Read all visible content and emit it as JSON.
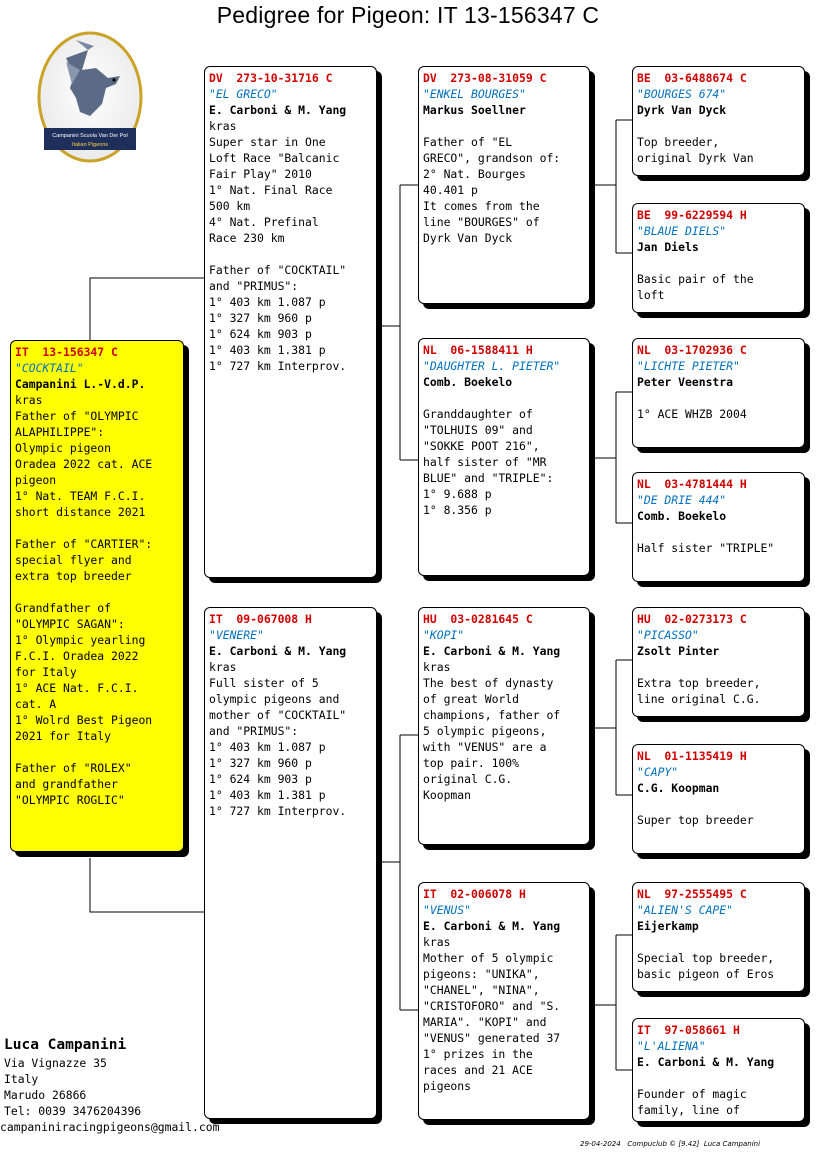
{
  "title": "Pedigree for Pigeon: IT  13-156347 C",
  "logo": {
    "icon": "pigeon-icon",
    "caption_line1": "Campanini Scuola Van Der Pol",
    "caption_line2": "Italian Pigeons"
  },
  "pigeons": {
    "main": {
      "ring": "IT  13-156347 C",
      "name": "\"COCKTAIL\"",
      "owner": "Campanini L.-V.d.P.",
      "desc": "kras\nFather of \"OLYMPIC\nALAPHILIPPE\":\nOlympic pigeon\nOradea 2022 cat. ACE\npigeon\n1° Nat. TEAM F.C.I.\nshort distance 2021\n\nFather of \"CARTIER\":\nspecial flyer and\nextra top breeder\n\nGrandfather of\n\"OLYMPIC SAGAN\":\n1° Olympic yearling\nF.C.I. Oradea 2022\nfor Italy\n1° ACE Nat. F.C.I.\ncat. A\n1° Wolrd Best Pigeon\n2021 for Italy\n\nFather of \"ROLEX\"\nand grandfather\n\"OLYMPIC ROGLIC\""
    },
    "sire": {
      "ring": "DV  273-10-31716 C",
      "name": "\"EL GRECO\"",
      "owner": "E. Carboni & M. Yang",
      "desc": "kras\nSuper star in One\nLoft Race \"Balcanic\nFair Play\" 2010\n1° Nat. Final Race\n500 km\n4° Nat. Prefinal\nRace 230 km\n\nFather of \"COCKTAIL\"\nand \"PRIMUS\":\n1° 403 km 1.087 p\n1° 327 km 960 p\n1° 624 km 903 p\n1° 403 km 1.381 p\n1° 727 km Interprov."
    },
    "dam": {
      "ring": "IT  09-067008 H",
      "name": "\"VENERE\"",
      "owner": "E. Carboni & M. Yang",
      "desc": "kras\nFull sister of 5\nolympic pigeons and\nmother of \"COCKTAIL\"\nand \"PRIMUS\":\n1° 403 km 1.087 p\n1° 327 km 960 p\n1° 624 km 903 p\n1° 403 km 1.381 p\n1° 727 km Interprov."
    },
    "ss": {
      "ring": "DV  273-08-31059 C",
      "name": "\"ENKEL BOURGES\"",
      "owner": "Markus Soellner",
      "desc": "\nFather of \"EL\nGRECO\", grandson of:\n2° Nat. Bourges\n40.401 p\nIt comes from the\nline \"BOURGES\" of\nDyrk Van Dyck"
    },
    "sd": {
      "ring": "NL  06-1588411 H",
      "name": "\"DAUGHTER L. PIETER\"",
      "owner": "Comb. Boekelo",
      "desc": "\nGranddaughter of\n\"TOLHUIS 09\" and\n\"SOKKE POOT 216\",\nhalf sister of \"MR\nBLUE\" and \"TRIPLE\":\n1° 9.688 p\n1° 8.356 p"
    },
    "ds": {
      "ring": "HU  03-0281645 C",
      "name": "\"KOPI\"",
      "owner": "E. Carboni & M. Yang",
      "desc": "kras\nThe best of dynasty\nof great World\nchampions, father of\n5 olympic pigeons,\nwith \"VENUS\" are a\ntop pair. 100%\noriginal C.G.\nKoopman"
    },
    "dd": {
      "ring": "IT  02-006078 H",
      "name": "\"VENUS\"",
      "owner": "E. Carboni & M. Yang",
      "desc": "kras\nMother of 5 olympic\npigeons: \"UNIKA\",\n\"CHANEL\", \"NINA\",\n\"CRISTOFORO\" and \"S.\nMARIA\". \"KOPI\" and\n\"VENUS\" generated 37\n1° prizes in the\nraces and 21 ACE\npigeons"
    },
    "sss": {
      "ring": "BE  03-6488674 C",
      "name": "\"BOURGES 674\"",
      "owner": "Dyrk Van Dyck",
      "desc": "\nTop breeder,\noriginal Dyrk Van"
    },
    "ssd": {
      "ring": "BE  99-6229594 H",
      "name": "\"BLAUE DIELS\"",
      "owner": "Jan Diels",
      "desc": "\nBasic pair of the\nloft"
    },
    "sds": {
      "ring": "NL  03-1702936 C",
      "name": "\"LICHTE PIETER\"",
      "owner": "Peter Veenstra",
      "desc": "\n1° ACE WHZB 2004"
    },
    "sdd": {
      "ring": "NL  03-4781444 H",
      "name": "\"DE DRIE 444\"",
      "owner": "Comb. Boekelo",
      "desc": "\nHalf sister \"TRIPLE\""
    },
    "dss": {
      "ring": "HU  02-0273173 C",
      "name": "\"PICASSO\"",
      "owner": "Zsolt Pinter",
      "desc": "\nExtra top breeder,\nline original C.G."
    },
    "dsd": {
      "ring": "NL  01-1135419 H",
      "name": "\"CAPY\"",
      "owner": "C.G. Koopman",
      "desc": "\nSuper top breeder"
    },
    "dds": {
      "ring": "NL  97-2555495 C",
      "name": "\"ALIEN'S CAPE\"",
      "owner": "Eijerkamp",
      "desc": "\nSpecial top breeder,\nbasic pigeon of Eros"
    },
    "ddd": {
      "ring": "IT  97-058661 H",
      "name": "\"L'ALIENA\"",
      "owner": "E. Carboni & M. Yang",
      "desc": "\nFounder of magic\nfamily, line of"
    }
  },
  "breeder": {
    "name": "Luca Campanini",
    "street": "Via Vignazze 35",
    "country": "Italy",
    "city": "Marudo 26866",
    "tel": "Tel: 0039 3476204396",
    "email": "campaniniracingpigeons@gmail.com"
  },
  "footer": "29-04-2024   Compuclub © [9.42]  Luca Campanini",
  "colors": {
    "ring": "#d00000",
    "name": "#0070c0",
    "main_bg": "#ffff00"
  }
}
